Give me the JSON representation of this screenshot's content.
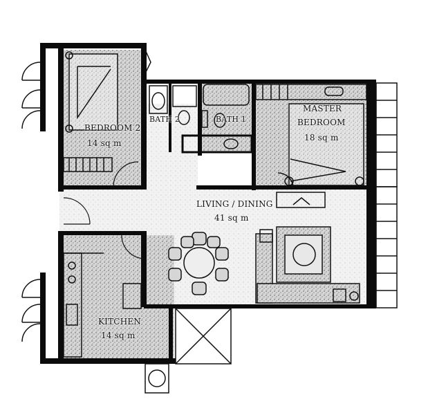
{
  "rooms": {
    "bedroom2": {
      "name": "BEDROOM 2",
      "area": "14 sq m"
    },
    "bath2": {
      "name": "BATH 2"
    },
    "bath1": {
      "name": "BATH 1"
    },
    "master": {
      "name_line1": "MASTER",
      "name_line2": "BEDROOM",
      "area": "18 sq m"
    },
    "living": {
      "name": "LIVING / DINING",
      "area": "41 sq m"
    },
    "kitchen": {
      "name": "KITCHEN",
      "area": "14 sq m"
    }
  },
  "colors": {
    "wall": "#0b0b0b",
    "shade": "#bdbdbd",
    "line": "#222222"
  }
}
